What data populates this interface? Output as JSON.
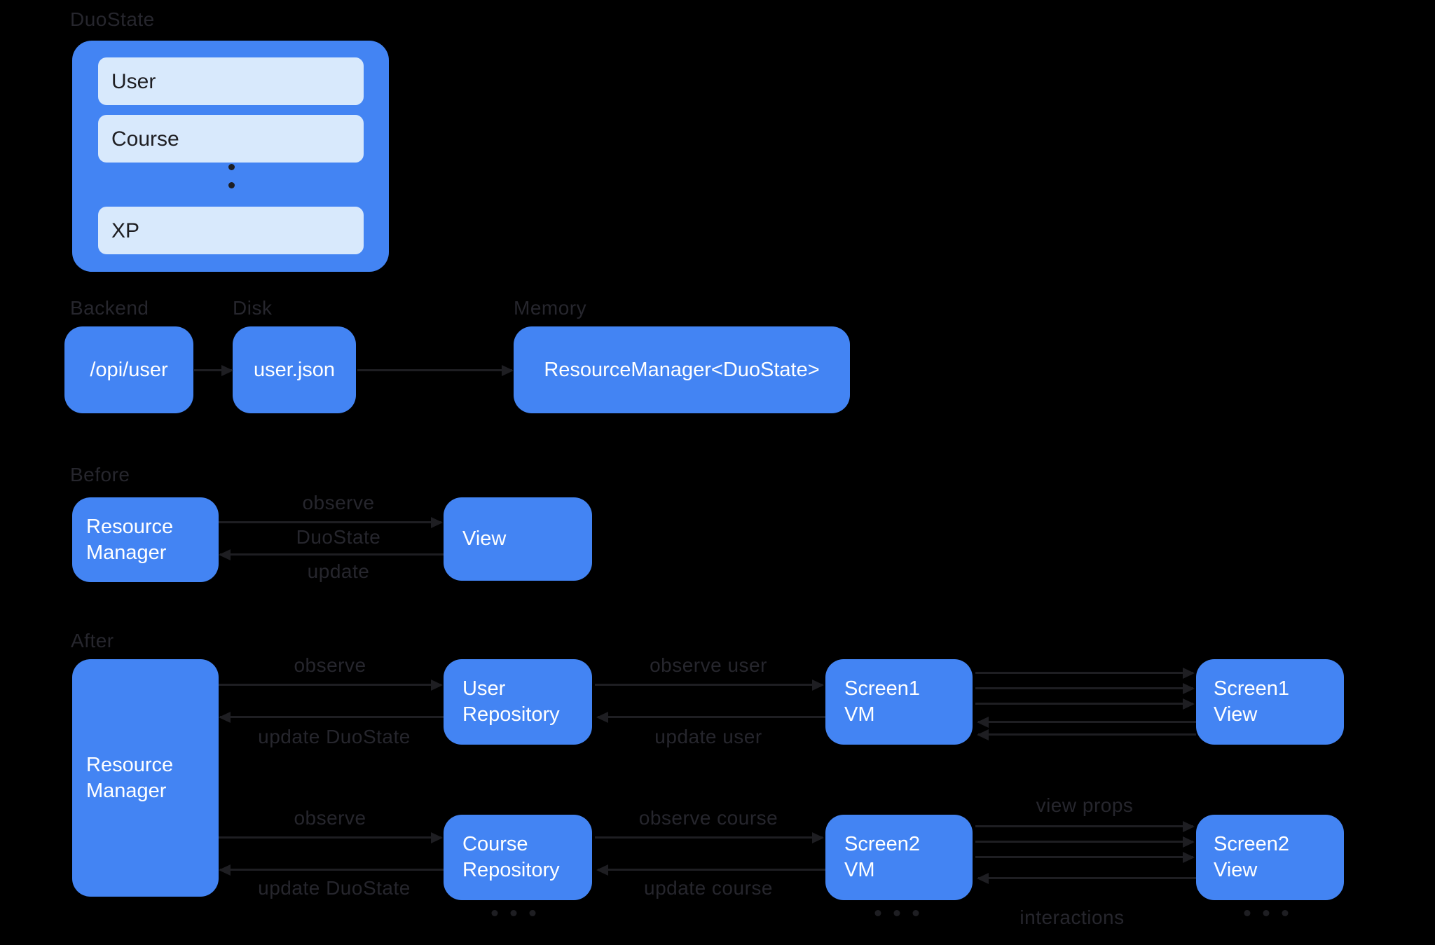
{
  "colors": {
    "background": "#000000",
    "box_blue": "#4384F3",
    "box_light": "#D8E9FC",
    "text_on_blue": "#FFFFFF",
    "text_dark": "#1E1E22",
    "label_gray": "#26262D",
    "arrow": "#1E1E22"
  },
  "duostate": {
    "title": "DuoState",
    "fields": [
      "User",
      "Course",
      "XP"
    ]
  },
  "pipeline": {
    "backend_label": "Backend",
    "disk_label": "Disk",
    "memory_label": "Memory",
    "backend_node": "/opi/user",
    "disk_node": "user.json",
    "memory_node": "ResourceManager<DuoState>"
  },
  "before": {
    "title": "Before",
    "resource_manager": [
      "Resource",
      "Manager"
    ],
    "view": "View",
    "observe_label": "observe",
    "duostate_label": "DuoState",
    "update_label": "update"
  },
  "after": {
    "title": "After",
    "resource_manager": [
      "Resource",
      "Manager"
    ],
    "user_repository": [
      "User",
      "Repository"
    ],
    "course_repository": [
      "Course",
      "Repository"
    ],
    "screen1_vm": [
      "Screen1",
      "VM"
    ],
    "screen1_view": [
      "Screen1",
      "View"
    ],
    "screen2_vm": [
      "Screen2",
      "VM"
    ],
    "screen2_view": [
      "Screen2",
      "View"
    ],
    "observe_user_row_label": "observe",
    "update_duostate_user_row_label": "update DuoState",
    "observe_user_label": "observe user",
    "update_user_label": "update user",
    "observe_course_row_label": "observe",
    "update_duostate_course_row_label": "update DuoState",
    "observe_course_label": "observe course",
    "update_course_label": "update course",
    "view_props_label": "view props",
    "interactions_label": "interactions"
  }
}
